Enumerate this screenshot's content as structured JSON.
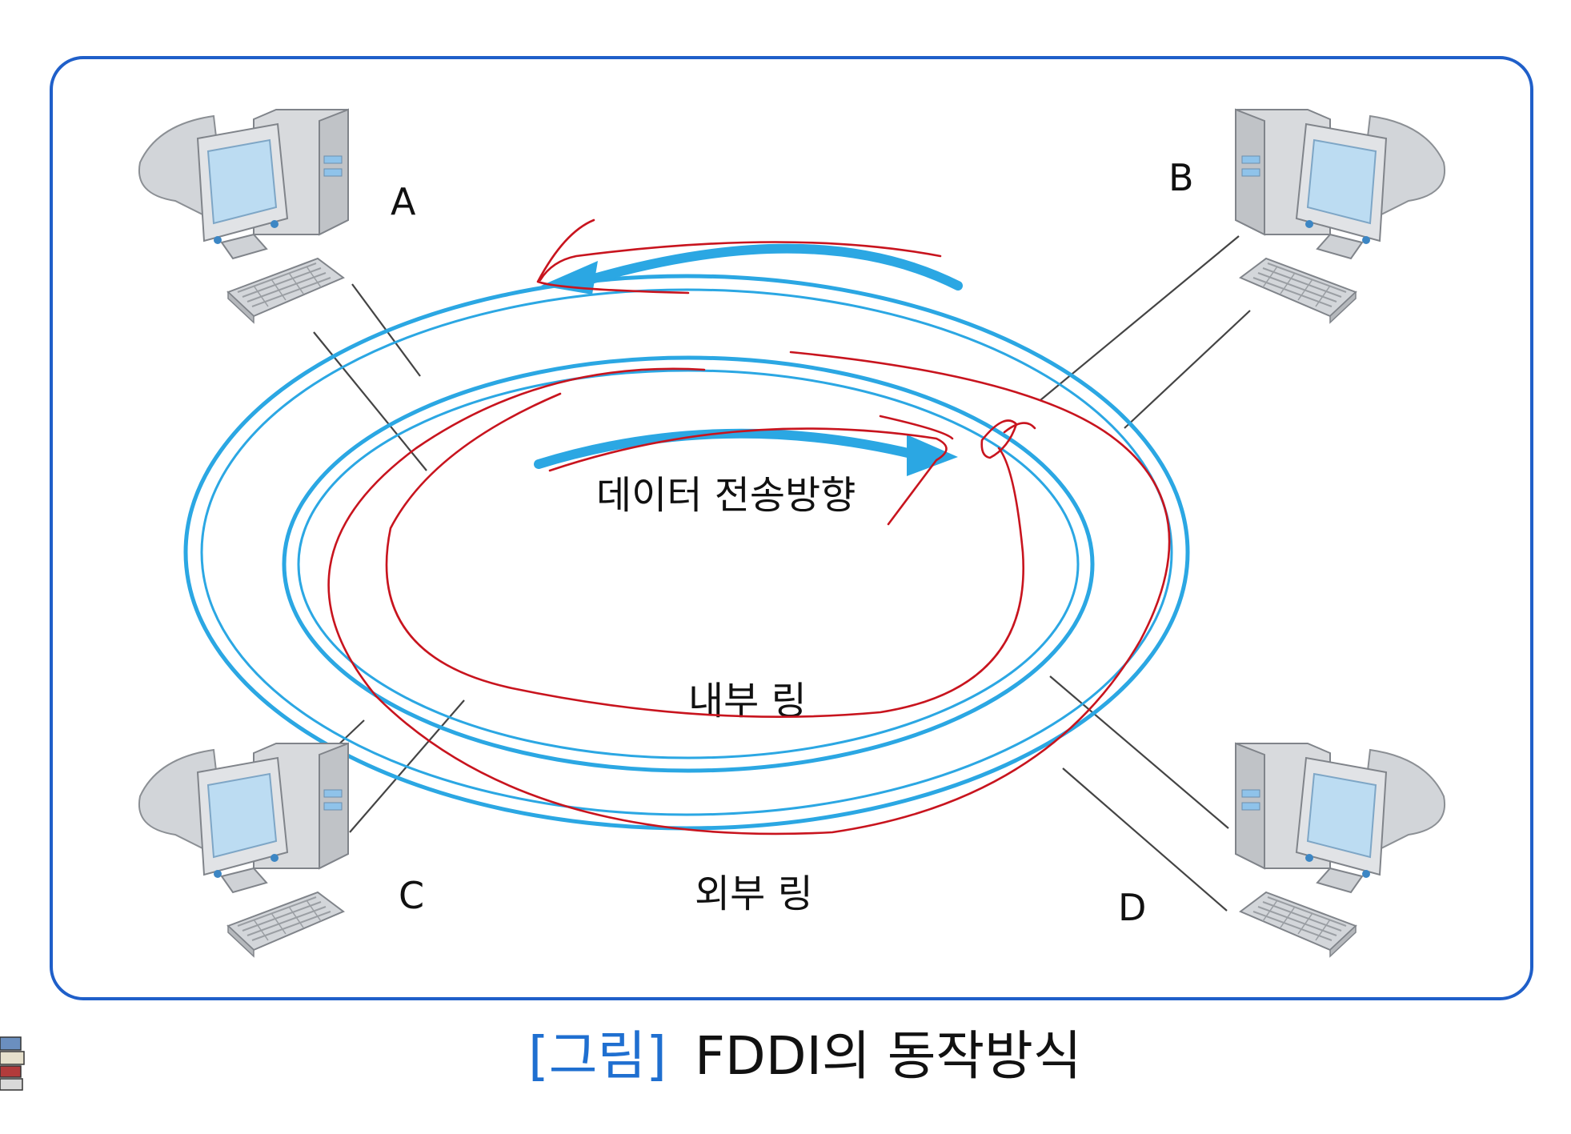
{
  "nodes": {
    "a": {
      "label": "A"
    },
    "b": {
      "label": "B"
    },
    "c": {
      "label": "C"
    },
    "d": {
      "label": "D"
    }
  },
  "labels": {
    "direction": "데이터 전송방향",
    "inner_ring": "내부 링",
    "outer_ring": "외부 링"
  },
  "caption": {
    "tag": "[그림]",
    "title": "FDDI의 동작방식"
  },
  "colors": {
    "frame": "#1f5fc9",
    "ring": "#2ba7e3",
    "annotation": "#c8141e",
    "caption_tag": "#1f6fd0"
  },
  "icons": {
    "workstation": "desktop-computer-icon",
    "corner": "stacked-books-icon"
  }
}
